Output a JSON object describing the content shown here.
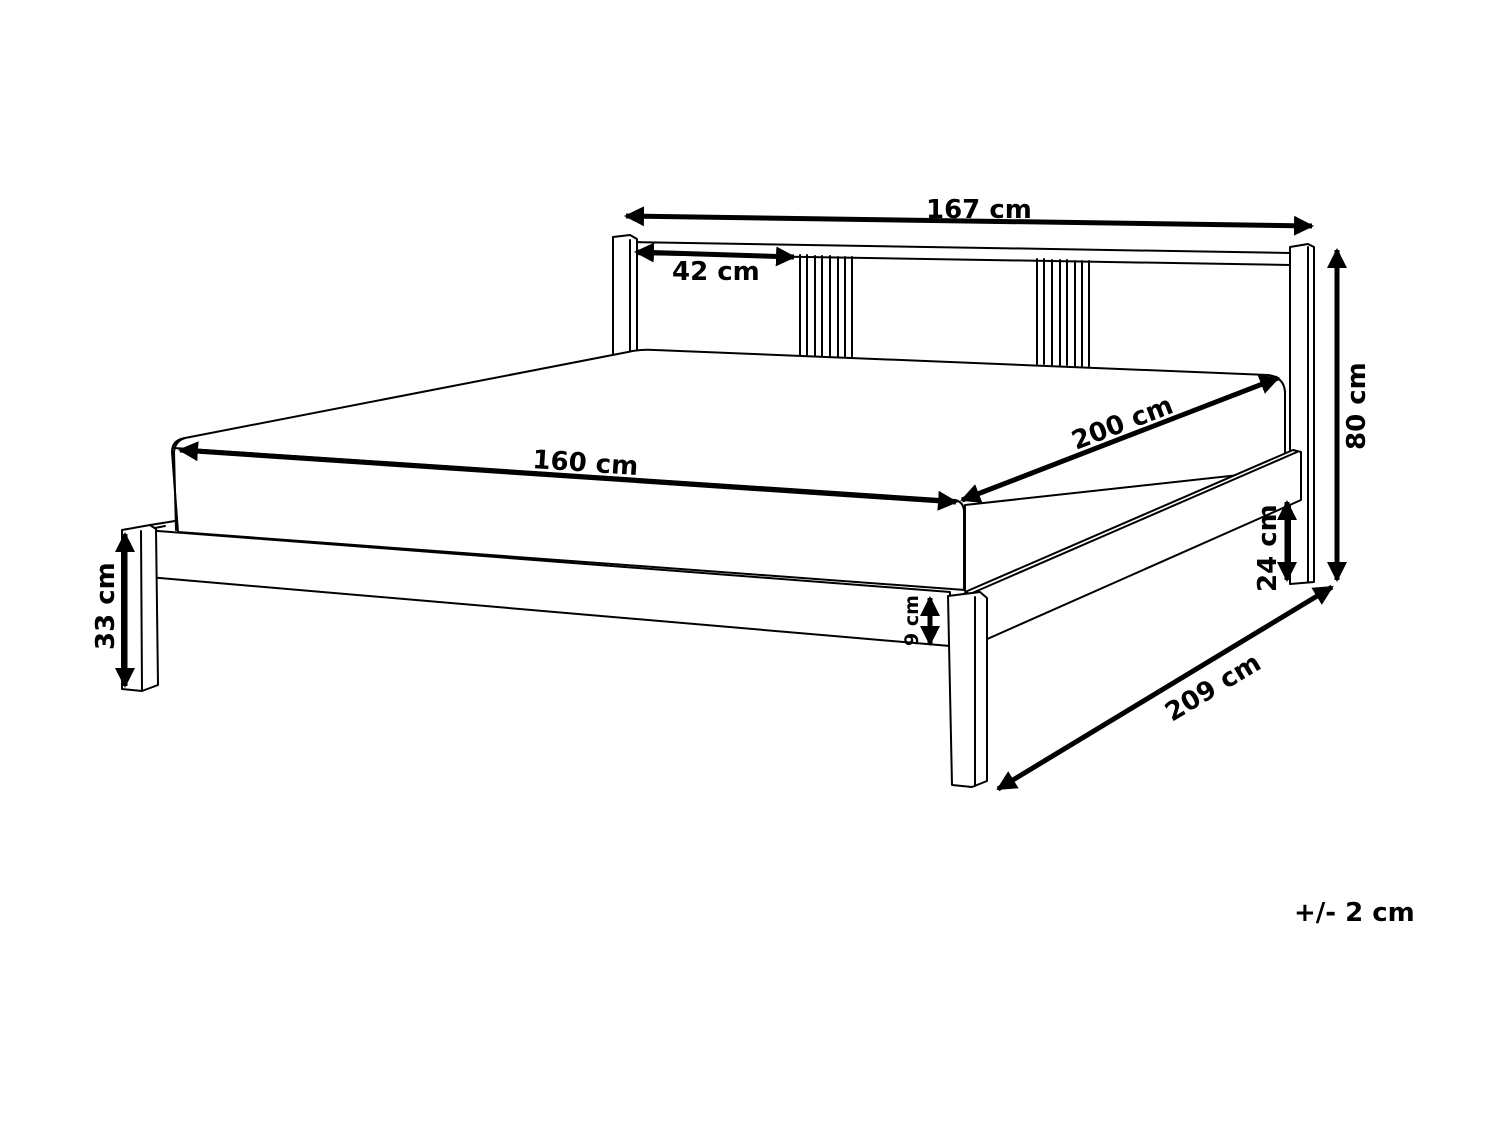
{
  "diagram": {
    "subject": "Bed frame with mattress",
    "colors": {
      "line": "#000000",
      "background": "#ffffff"
    },
    "dimensions": {
      "headboard_width": "167 cm",
      "headboard_side_panel": "42 cm",
      "headboard_height": "80 cm",
      "mattress_width": "160 cm",
      "mattress_length": "200 cm",
      "side_rail_clearance": "24 cm",
      "leg_height": "33 cm",
      "rail_height": "9 cm",
      "overall_length": "209 cm"
    },
    "tolerance": "+/- 2 cm"
  }
}
